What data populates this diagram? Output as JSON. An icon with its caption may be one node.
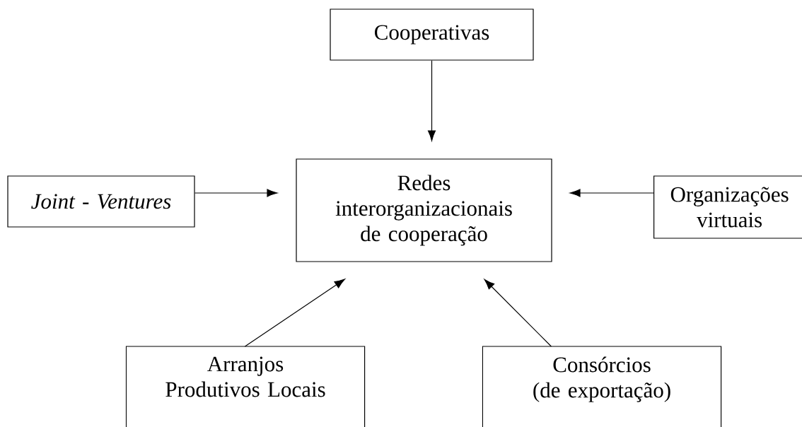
{
  "diagram": {
    "nodes": [
      {
        "text": [
          "Cooperativas"
        ]
      },
      {
        "text": [
          "Redes interorganizacionais de cooperação"
        ]
      },
      {
        "text": [
          "Joint - Ventures"
        ]
      },
      {
        "text": [
          "Organizações virtuais"
        ]
      },
      {
        "text": [
          "Arranjos Produtivos Locais"
        ]
      },
      {
        "text": [
          "Consórcios",
          "(de exportação)"
        ]
      }
    ],
    "edges": [
      {
        "from": 0,
        "to": 1,
        "arrow": "to"
      },
      {
        "from": 2,
        "to": 1,
        "arrow": "to"
      },
      {
        "from": 3,
        "to": 1,
        "arrow": "to"
      },
      {
        "from": 4,
        "to": 1,
        "arrow": "to"
      },
      {
        "from": 5,
        "to": 1,
        "arrow": "to"
      }
    ]
  }
}
